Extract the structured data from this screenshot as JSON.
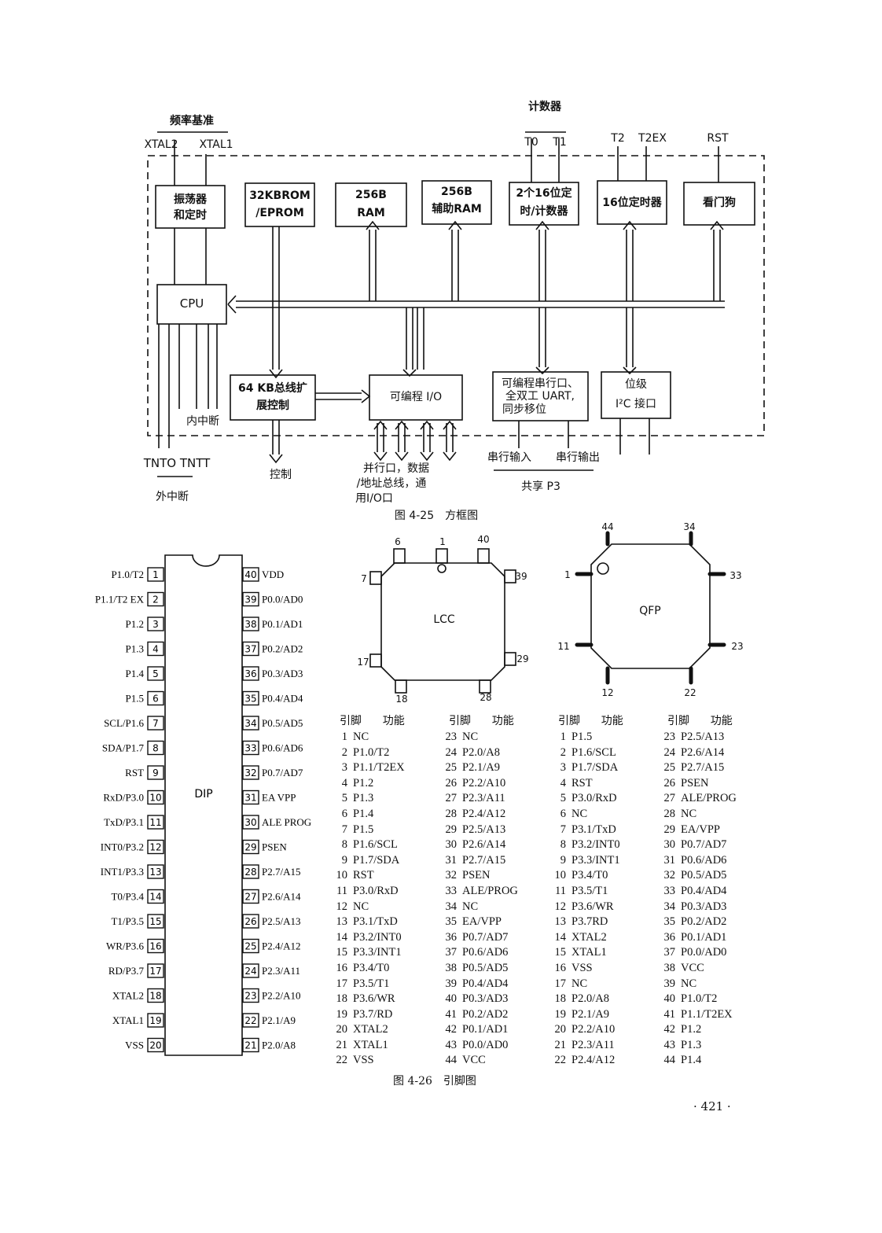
{
  "block_diagram": {
    "caption": "图 4-25　方框图",
    "freq_ref": "频率基准",
    "xtal2": "XTAL2",
    "xtal1": "XTAL1",
    "counter_label": "计数器",
    "t0": "T0",
    "t1": "T1",
    "t2": "T2",
    "t2ex": "T2EX",
    "rst": "RST",
    "osc": [
      "振荡器",
      "和定时"
    ],
    "rom": [
      "32KBROM",
      "/EPROM"
    ],
    "ram": [
      "256B",
      "RAM"
    ],
    "aux_ram": [
      "256B",
      "辅助RAM"
    ],
    "timer2x": [
      "2个16位定",
      "时/计数器"
    ],
    "timer16": "16位定时器",
    "watchdog": "看门狗",
    "cpu": "CPU",
    "bus64": [
      "64 KB总线扩",
      "展控制"
    ],
    "prog_io": "可编程 I/O",
    "uart": [
      "可编程串行口、",
      "全双工 UART,",
      "同步移位"
    ],
    "i2c": [
      "位级",
      "I²C 接口"
    ],
    "internal_int": "内中断",
    "int_pins": "TNTO TNTT",
    "external_int": "外中断",
    "control": "控制",
    "parallel_port": [
      "并行口，数据",
      "/地址总线，通",
      "用I/O口"
    ],
    "serial_in": "串行输入",
    "serial_out": "串行输出",
    "shared_p3": "共享 P3"
  },
  "pin_diagram": {
    "caption": "图 4-26　引脚图",
    "dip_label": "DIP",
    "dip_left": [
      {
        "num": "1",
        "name": "P1.0/T2"
      },
      {
        "num": "2",
        "name": "P1.1/T2 EX"
      },
      {
        "num": "3",
        "name": "P1.2"
      },
      {
        "num": "4",
        "name": "P1.3"
      },
      {
        "num": "5",
        "name": "P1.4"
      },
      {
        "num": "6",
        "name": "P1.5"
      },
      {
        "num": "7",
        "name": "SCL/P1.6"
      },
      {
        "num": "8",
        "name": "SDA/P1.7"
      },
      {
        "num": "9",
        "name": "RST"
      },
      {
        "num": "10",
        "name": "RxD/P3.0"
      },
      {
        "num": "11",
        "name": "TxD/P3.1"
      },
      {
        "num": "12",
        "name": "INT0/P3.2"
      },
      {
        "num": "13",
        "name": "INT1/P3.3"
      },
      {
        "num": "14",
        "name": "T0/P3.4"
      },
      {
        "num": "15",
        "name": "T1/P3.5"
      },
      {
        "num": "16",
        "name": "WR/P3.6"
      },
      {
        "num": "17",
        "name": "RD/P3.7"
      },
      {
        "num": "18",
        "name": "XTAL2"
      },
      {
        "num": "19",
        "name": "XTAL1"
      },
      {
        "num": "20",
        "name": "VSS"
      }
    ],
    "dip_right": [
      {
        "num": "40",
        "name": "VDD"
      },
      {
        "num": "39",
        "name": "P0.0/AD0"
      },
      {
        "num": "38",
        "name": "P0.1/AD1"
      },
      {
        "num": "37",
        "name": "P0.2/AD2"
      },
      {
        "num": "36",
        "name": "P0.3/AD3"
      },
      {
        "num": "35",
        "name": "P0.4/AD4"
      },
      {
        "num": "34",
        "name": "P0.5/AD5"
      },
      {
        "num": "33",
        "name": "P0.6/AD6"
      },
      {
        "num": "32",
        "name": "P0.7/AD7"
      },
      {
        "num": "31",
        "name": "EA VPP"
      },
      {
        "num": "30",
        "name": "ALE PROG"
      },
      {
        "num": "29",
        "name": "PSEN"
      },
      {
        "num": "28",
        "name": "P2.7/A15"
      },
      {
        "num": "27",
        "name": "P2.6/A14"
      },
      {
        "num": "26",
        "name": "P2.5/A13"
      },
      {
        "num": "25",
        "name": "P2.4/A12"
      },
      {
        "num": "24",
        "name": "P2.3/A11"
      },
      {
        "num": "23",
        "name": "P2.2/A10"
      },
      {
        "num": "22",
        "name": "P2.1/A9"
      },
      {
        "num": "21",
        "name": "P2.0/A8"
      }
    ],
    "lcc_label": "LCC",
    "lcc_pins": [
      "6",
      "1",
      "40",
      "7",
      "39",
      "17",
      "29",
      "18",
      "28"
    ],
    "qfp_label": "QFP",
    "qfp_pins": [
      "44",
      "34",
      "1",
      "33",
      "11",
      "23",
      "12",
      "22"
    ],
    "header": {
      "pin": "引脚",
      "func": "功能"
    },
    "lcc_table_a": [
      [
        "1",
        "NC"
      ],
      [
        "2",
        "P1.0/T2"
      ],
      [
        "3",
        "P1.1/T2EX"
      ],
      [
        "4",
        "P1.2"
      ],
      [
        "5",
        "P1.3"
      ],
      [
        "6",
        "P1.4"
      ],
      [
        "7",
        "P1.5"
      ],
      [
        "8",
        "P1.6/SCL"
      ],
      [
        "9",
        "P1.7/SDA"
      ],
      [
        "10",
        "RST"
      ],
      [
        "11",
        "P3.0/RxD"
      ],
      [
        "12",
        "NC"
      ],
      [
        "13",
        "P3.1/TxD"
      ],
      [
        "14",
        "P3.2/INT0"
      ],
      [
        "15",
        "P3.3/INT1"
      ],
      [
        "16",
        "P3.4/T0"
      ],
      [
        "17",
        "P3.5/T1"
      ],
      [
        "18",
        "P3.6/WR"
      ],
      [
        "19",
        "P3.7/RD"
      ],
      [
        "20",
        "XTAL2"
      ],
      [
        "21",
        "XTAL1"
      ],
      [
        "22",
        "VSS"
      ]
    ],
    "lcc_table_b": [
      [
        "23",
        "NC"
      ],
      [
        "24",
        "P2.0/A8"
      ],
      [
        "25",
        "P2.1/A9"
      ],
      [
        "26",
        "P2.2/A10"
      ],
      [
        "27",
        "P2.3/A11"
      ],
      [
        "28",
        "P2.4/A12"
      ],
      [
        "29",
        "P2.5/A13"
      ],
      [
        "30",
        "P2.6/A14"
      ],
      [
        "31",
        "P2.7/A15"
      ],
      [
        "32",
        "PSEN"
      ],
      [
        "33",
        "ALE/PROG"
      ],
      [
        "34",
        "NC"
      ],
      [
        "35",
        "EA/VPP"
      ],
      [
        "36",
        "P0.7/AD7"
      ],
      [
        "37",
        "P0.6/AD6"
      ],
      [
        "38",
        "P0.5/AD5"
      ],
      [
        "39",
        "P0.4/AD4"
      ],
      [
        "40",
        "P0.3/AD3"
      ],
      [
        "41",
        "P0.2/AD2"
      ],
      [
        "42",
        "P0.1/AD1"
      ],
      [
        "43",
        "P0.0/AD0"
      ],
      [
        "44",
        "VCC"
      ]
    ],
    "qfp_table_a": [
      [
        "1",
        "P1.5"
      ],
      [
        "2",
        "P1.6/SCL"
      ],
      [
        "3",
        "P1.7/SDA"
      ],
      [
        "4",
        "RST"
      ],
      [
        "5",
        "P3.0/RxD"
      ],
      [
        "6",
        "NC"
      ],
      [
        "7",
        "P3.1/TxD"
      ],
      [
        "8",
        "P3.2/INT0"
      ],
      [
        "9",
        "P3.3/INT1"
      ],
      [
        "10",
        "P3.4/T0"
      ],
      [
        "11",
        "P3.5/T1"
      ],
      [
        "12",
        "P3.6/WR"
      ],
      [
        "13",
        "P3.7RD"
      ],
      [
        "14",
        "XTAL2"
      ],
      [
        "15",
        "XTAL1"
      ],
      [
        "16",
        "VSS"
      ],
      [
        "17",
        "NC"
      ],
      [
        "18",
        "P2.0/A8"
      ],
      [
        "19",
        "P2.1/A9"
      ],
      [
        "20",
        "P2.2/A10"
      ],
      [
        "21",
        "P2.3/A11"
      ],
      [
        "22",
        "P2.4/A12"
      ]
    ],
    "qfp_table_b": [
      [
        "23",
        "P2.5/A13"
      ],
      [
        "24",
        "P2.6/A14"
      ],
      [
        "25",
        "P2.7/A15"
      ],
      [
        "26",
        "PSEN"
      ],
      [
        "27",
        "ALE/PROG"
      ],
      [
        "28",
        "NC"
      ],
      [
        "29",
        "EA/VPP"
      ],
      [
        "30",
        "P0.7/AD7"
      ],
      [
        "31",
        "P0.6/AD6"
      ],
      [
        "32",
        "P0.5/AD5"
      ],
      [
        "33",
        "P0.4/AD4"
      ],
      [
        "34",
        "P0.3/AD3"
      ],
      [
        "35",
        "P0.2/AD2"
      ],
      [
        "36",
        "P0.1/AD1"
      ],
      [
        "37",
        "P0.0/AD0"
      ],
      [
        "38",
        "VCC"
      ],
      [
        "39",
        "NC"
      ],
      [
        "40",
        "P1.0/T2"
      ],
      [
        "41",
        "P1.1/T2EX"
      ],
      [
        "42",
        "P1.2"
      ],
      [
        "43",
        "P1.3"
      ],
      [
        "44",
        "P1.4"
      ]
    ]
  },
  "page_number": "· 421 ·"
}
